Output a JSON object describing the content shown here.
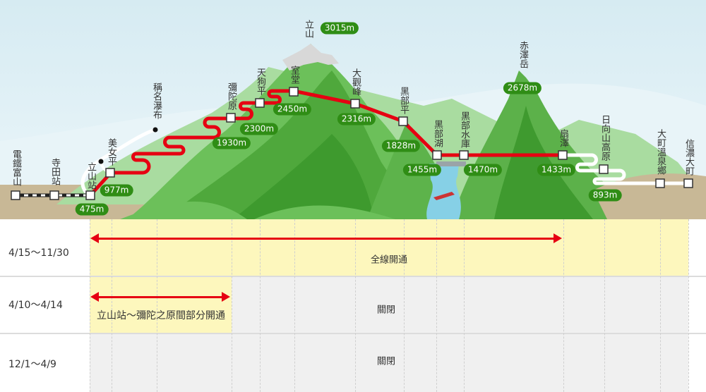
{
  "peaks": [
    {
      "name": "立山",
      "elevation": "3015m"
    },
    {
      "name": "赤澤岳",
      "elevation": "2678m"
    }
  ],
  "waterfall": {
    "name": "稱名瀑布"
  },
  "stations": [
    {
      "name": "電鐵富山",
      "elevation": ""
    },
    {
      "name": "寺田站",
      "elevation": ""
    },
    {
      "name": "立山站",
      "elevation": "475m"
    },
    {
      "name": "美女平",
      "elevation": "977m"
    },
    {
      "name": "彌陀原",
      "elevation": "1930m"
    },
    {
      "name": "天狗平",
      "elevation": "2300m"
    },
    {
      "name": "室堂",
      "elevation": "2450m"
    },
    {
      "name": "大觀峰",
      "elevation": "2316m"
    },
    {
      "name": "黑部平",
      "elevation": "1828m"
    },
    {
      "name": "黑部湖",
      "elevation": "1455m"
    },
    {
      "name": "黑部水庫",
      "elevation": "1470m"
    },
    {
      "name": "扇澤",
      "elevation": "1433m"
    },
    {
      "name": "日向山高原",
      "elevation": "893m"
    },
    {
      "name": "大町溫泉鄉",
      "elevation": ""
    },
    {
      "name": "信濃大町",
      "elevation": ""
    }
  ],
  "schedule": [
    {
      "period": "4/15～11/30",
      "status": "全線開通"
    },
    {
      "period": "4/10～4/14",
      "status": "關閉",
      "partial": "立山站～彌陀之原間部分開通"
    },
    {
      "period": "12/1～4/9",
      "status": "關閉"
    }
  ],
  "colors": {
    "route_open": "#e60012",
    "elevation_pill": "#2f8d15",
    "open_fill": "#fdf7bd",
    "closed_fill": "#f0f0f0",
    "ground": "#c8b896"
  }
}
